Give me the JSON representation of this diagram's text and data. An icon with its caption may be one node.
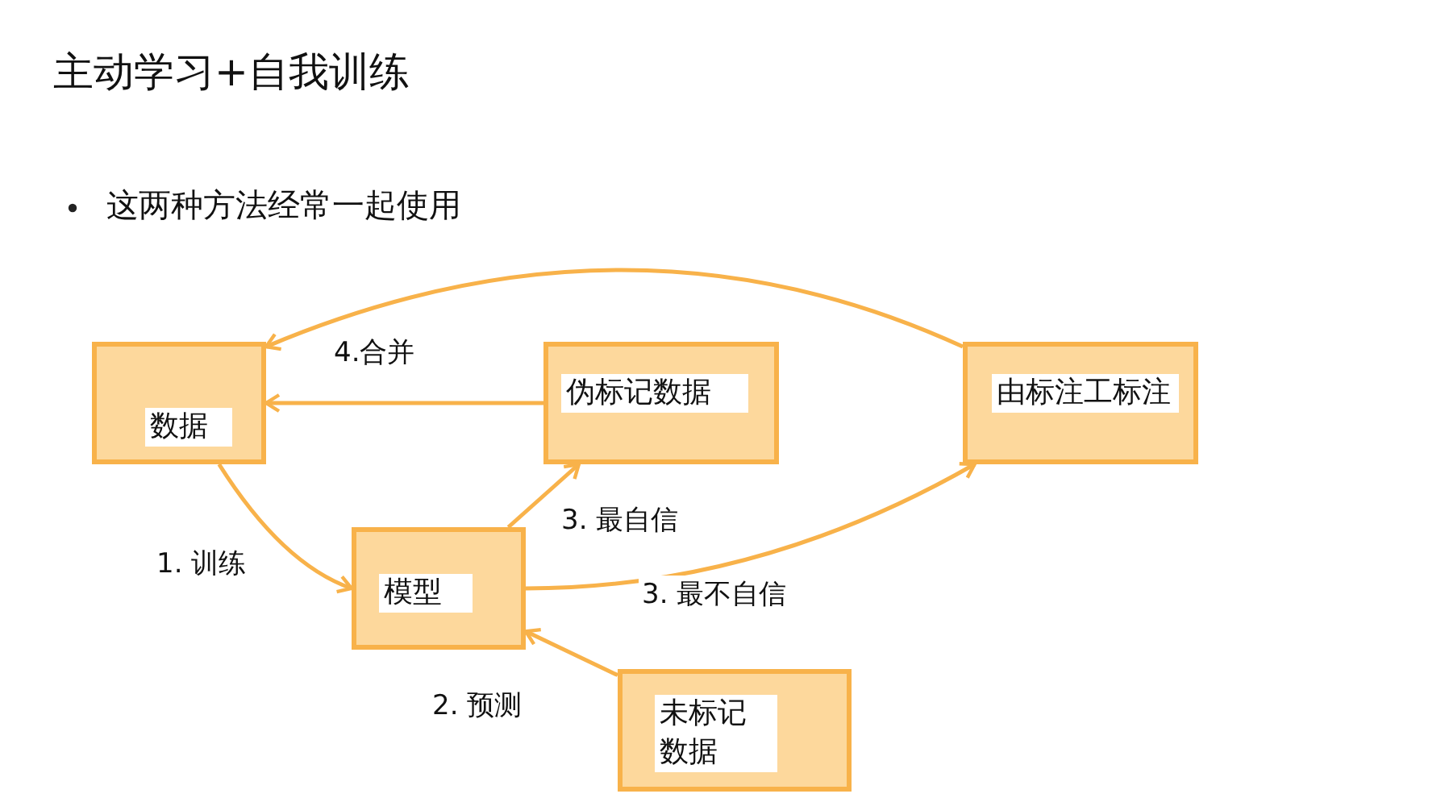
{
  "diagram": {
    "title": "主动学习+自我训练",
    "nodes": [
      {
        "text": [
          "数据"
        ]
      },
      {
        "text": [
          "伪标记数据"
        ]
      },
      {
        "text": [
          "由标注工标注"
        ]
      },
      {
        "text": [
          "模型"
        ]
      },
      {
        "text": [
          "未标记数据"
        ]
      }
    ],
    "edges": [
      {
        "from": 1,
        "to": 0,
        "arrow": "to",
        "label": "4.合并"
      },
      {
        "from": 2,
        "to": 0,
        "arrow": "to"
      },
      {
        "from": 0,
        "to": 3,
        "arrow": "to",
        "label": "1. 训练"
      },
      {
        "from": 3,
        "to": 1,
        "arrow": "to",
        "label": "3. 最自信"
      },
      {
        "from": 3,
        "to": 2,
        "arrow": "to",
        "label": "3. 最不自信"
      },
      {
        "from": 4,
        "to": 3,
        "arrow": "to",
        "label": "2. 预测"
      }
    ],
    "labels": [
      "这两种方法经常一起使用"
    ]
  }
}
